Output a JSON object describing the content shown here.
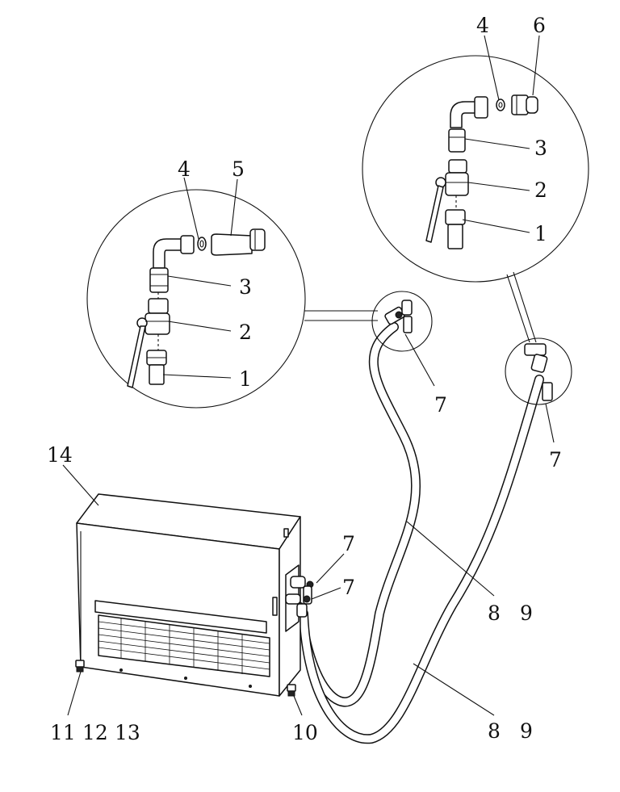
{
  "callouts": {
    "left_detail": [
      "4",
      "5",
      "3",
      "2",
      "1",
      "7"
    ],
    "right_detail": [
      "4",
      "6",
      "3",
      "2",
      "1",
      "7"
    ],
    "unit": [
      "14",
      "7",
      "7",
      "8",
      "9",
      "8",
      "9",
      "10",
      "11",
      "12",
      "13"
    ]
  }
}
